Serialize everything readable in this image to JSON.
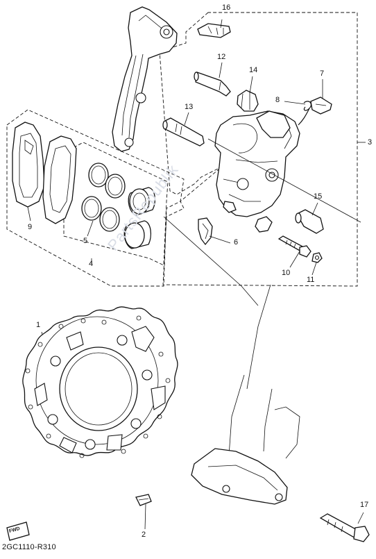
{
  "watermark": "PartsRepublik",
  "diagram_code": "2GC1110-R310",
  "fwd_badge": "FWD",
  "callouts": [
    {
      "id": "1",
      "label": "1"
    },
    {
      "id": "2",
      "label": "2"
    },
    {
      "id": "3",
      "label": "3"
    },
    {
      "id": "4",
      "label": "4"
    },
    {
      "id": "5",
      "label": "5"
    },
    {
      "id": "6",
      "label": "6"
    },
    {
      "id": "7",
      "label": "7"
    },
    {
      "id": "8",
      "label": "8"
    },
    {
      "id": "9",
      "label": "9"
    },
    {
      "id": "10",
      "label": "10"
    },
    {
      "id": "11",
      "label": "11"
    },
    {
      "id": "12",
      "label": "12"
    },
    {
      "id": "13",
      "label": "13"
    },
    {
      "id": "14",
      "label": "14"
    },
    {
      "id": "15",
      "label": "15"
    },
    {
      "id": "16",
      "label": "16"
    },
    {
      "id": "17",
      "label": "17"
    }
  ]
}
